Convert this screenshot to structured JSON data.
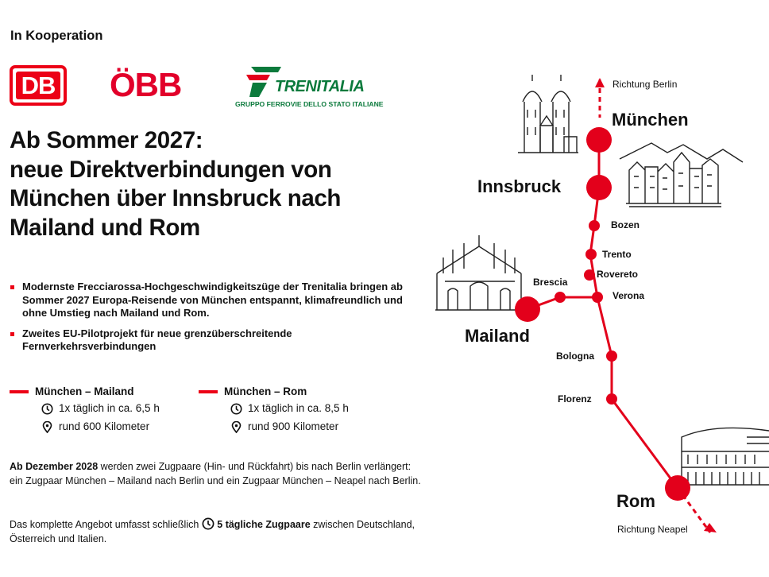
{
  "header": {
    "cooperation": "In Kooperation"
  },
  "logos": {
    "db": "DB",
    "obb": "ÖBB",
    "trenitalia": "TRENITALIA",
    "trenitalia_sub": "GRUPPO FERROVIE DELLO STATO ITALIANE"
  },
  "headline": {
    "line1": "Ab Sommer 2027:",
    "line2": "neue Direktverbindungen von",
    "line3": "München über Innsbruck nach",
    "line4": "Mailand und Rom"
  },
  "bullets": [
    {
      "text": "Modernste Frecciarossa-Hochgeschwindigkeitszüge der Trenitalia bringen ab Sommer 2027 Europa-Reisende von München entspannt, klimafreundlich und ohne Umstieg nach Mailand und Rom."
    },
    {
      "text": "Zweites EU-Pilotprojekt für neue grenzüberschreitende Fernverkehrsverbindungen"
    }
  ],
  "connections": [
    {
      "route": "München – Mailand",
      "frequency": "1x täglich in ca. 6,5 h",
      "distance": "rund 600 Kilometer"
    },
    {
      "route": "München – Rom",
      "frequency": "1x täglich in ca. 8,5 h",
      "distance": "rund 900 Kilometer"
    }
  ],
  "paragraph1": {
    "bold": "Ab Dezember 2028",
    "text": " werden zwei Zugpaare (Hin- und Rückfahrt) bis nach Berlin verlängert: ein Zugpaar München – Mailand nach Berlin und ein Zugpaar München – Neapel nach Berlin."
  },
  "paragraph2": {
    "before": "Das komplette Angebot umfasst schließlich ",
    "bold": "5 tägliche Zugpaare",
    "after": " zwischen Deutschland, Österreich und Italien."
  },
  "map": {
    "direction_north": "Richtung Berlin",
    "direction_south": "Richtung Neapel",
    "major_stops": [
      "München",
      "Innsbruck",
      "Mailand",
      "Rom"
    ],
    "minor_stops": [
      "Bozen",
      "Trento",
      "Rovereto",
      "Brescia",
      "Verona",
      "Bologna",
      "Florenz"
    ]
  },
  "colors": {
    "db_red": "#ec0016",
    "obb_red": "#e2002a",
    "trenitalia_green": "#0b7a3c",
    "route_red": "#e3001b"
  }
}
